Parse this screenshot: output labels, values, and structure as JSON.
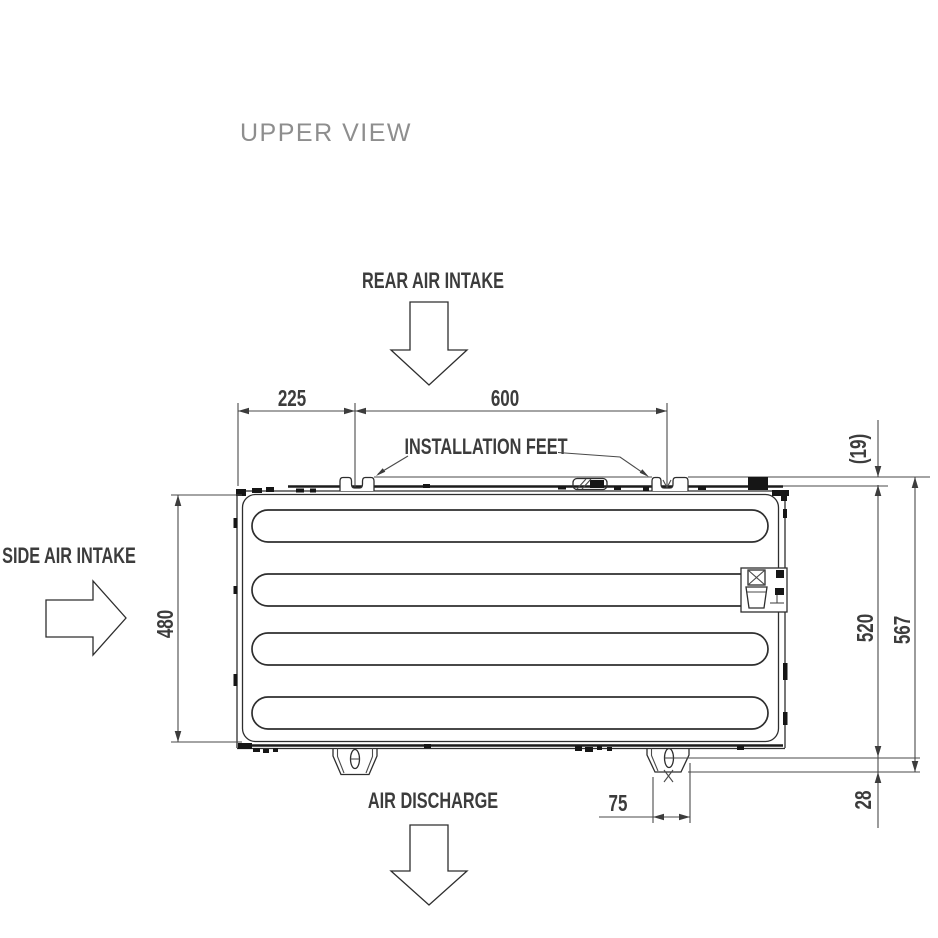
{
  "view": {
    "title": "UPPER VIEW"
  },
  "labels": {
    "rear_air_intake": "REAR AIR INTAKE",
    "installation_feet": "INSTALLATION FEET",
    "side_air_intake": "SIDE AIR INTAKE",
    "air_discharge": "AIR DISCHARGE"
  },
  "dimensions": {
    "left_feet_offset": "225",
    "feet_spacing": "600",
    "rear_overhang": "(19)",
    "body_depth": "480",
    "rear_to_foot_hole": "520",
    "overall_depth": "567",
    "discharge_foot_width": "75",
    "foot_hole_to_front": "28"
  },
  "colors": {
    "line": "#2e2e2e",
    "dimension_line": "#4a4a4a",
    "label_text": "#3c3c3c",
    "title_text": "#8e8e8e",
    "background": "#ffffff"
  }
}
